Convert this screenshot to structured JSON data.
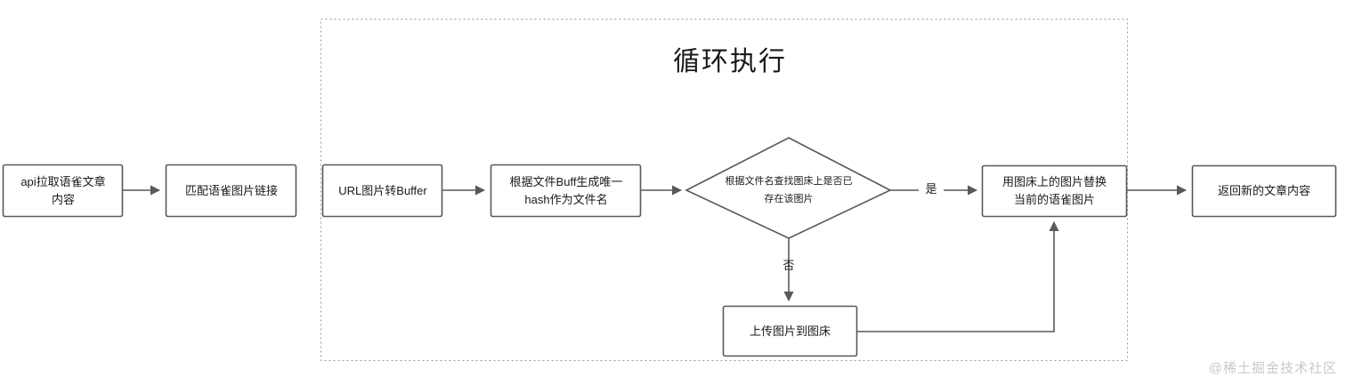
{
  "diagram": {
    "type": "flowchart",
    "title": "",
    "group": {
      "label": "循环执行",
      "border_style": "dotted",
      "border_color": "#9a9a9a"
    },
    "colors": {
      "node_border": "#595959",
      "node_fill": "#ffffff",
      "edge": "#595959",
      "text": "#1a1a1a",
      "watermark": "#c9c9c9",
      "group_border": "#9a9a9a"
    },
    "nodes": [
      {
        "id": "fetch-article",
        "shape": "rect",
        "label": "api拉取语雀文章\n内容"
      },
      {
        "id": "match-image-url",
        "shape": "rect",
        "label": "匹配语雀图片链接"
      },
      {
        "id": "url-to-buffer",
        "shape": "rect",
        "label": "URL图片转Buffer"
      },
      {
        "id": "hash-filename",
        "shape": "rect",
        "label": "根据文件Buff生成唯一\nhash作为文件名"
      },
      {
        "id": "exists-check",
        "shape": "diamond",
        "label": "根据文件名查找图床上是否已\n存在该图片"
      },
      {
        "id": "replace-image",
        "shape": "rect",
        "label": "用图床上的图片替换\n当前的语雀图片"
      },
      {
        "id": "return-article",
        "shape": "rect",
        "label": "返回新的文章内容"
      },
      {
        "id": "upload-image",
        "shape": "rect",
        "label": "上传图片到图床"
      }
    ],
    "edges": [
      {
        "from": "fetch-article",
        "to": "match-image-url",
        "label": ""
      },
      {
        "from": "match-image-url",
        "to": "url-to-buffer",
        "label": ""
      },
      {
        "from": "url-to-buffer",
        "to": "hash-filename",
        "label": ""
      },
      {
        "from": "hash-filename",
        "to": "exists-check",
        "label": ""
      },
      {
        "from": "exists-check",
        "to": "replace-image",
        "label": "是"
      },
      {
        "from": "exists-check",
        "to": "upload-image",
        "label": "否"
      },
      {
        "from": "upload-image",
        "to": "replace-image",
        "label": ""
      },
      {
        "from": "replace-image",
        "to": "return-article",
        "label": ""
      }
    ]
  },
  "watermark": "@稀土掘金技术社区"
}
